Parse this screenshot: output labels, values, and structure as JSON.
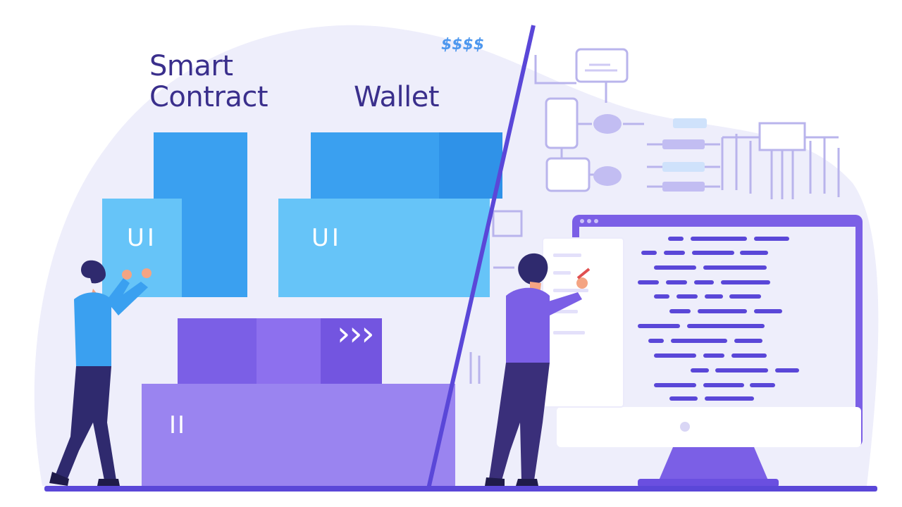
{
  "headings": {
    "smart_contract_line1": "Smart",
    "smart_contract_line2": "Contract",
    "wallet": "Wallet"
  },
  "blocks": {
    "ui_label_left": "UI",
    "ui_label_right": "UI",
    "chevrons": "›››",
    "box_glyph": "II"
  },
  "colors": {
    "background_blob": "#eeeefb",
    "blue_dark": "#3aa0f0",
    "blue_light": "#66c4f8",
    "purple_dark": "#7b5fe6",
    "purple_light": "#9a84f0",
    "navy": "#2f2a6e",
    "accent_line": "#5a47d8",
    "code_line": "#5a47d8"
  },
  "icons": {
    "top_right_mark": "dollar-coins-icon",
    "monitor": "monitor-icon",
    "flowchart": "flowchart-icon"
  }
}
